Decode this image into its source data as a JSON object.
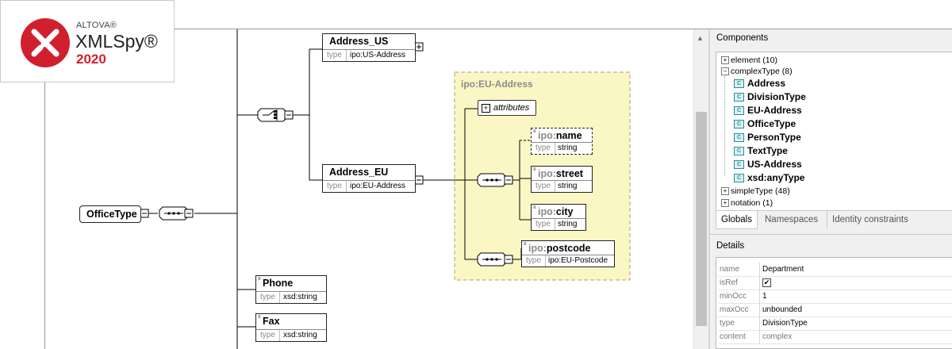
{
  "app": {
    "vendor": "ALTOVA®",
    "product": "XMLSpy®",
    "version": "2020"
  },
  "diagram": {
    "root": {
      "name": "OfficeType"
    },
    "elements": {
      "address_us": {
        "name": "Address_US",
        "type_label": "type",
        "type": "ipo:US-Address"
      },
      "address_eu": {
        "name": "Address_EU",
        "type_label": "type",
        "type": "ipo:EU-Address"
      },
      "phone": {
        "name": "Phone",
        "type_label": "type",
        "type": "xsd:string"
      },
      "fax": {
        "name": "Fax",
        "type_label": "type",
        "type": "xsd:string"
      }
    },
    "eu_group": {
      "title": "ipo:EU-Address",
      "attributes_label": "attributes",
      "name": {
        "prefix": "ipo:",
        "local": "name",
        "type_label": "type",
        "type": "string"
      },
      "street": {
        "prefix": "ipo:",
        "local": "street",
        "type_label": "type",
        "type": "string"
      },
      "city": {
        "prefix": "ipo:",
        "local": "city",
        "type_label": "type",
        "type": "string"
      },
      "postcode": {
        "prefix": "ipo:",
        "local": "postcode",
        "type_label": "type",
        "type": "ipo:EU-Postcode"
      }
    }
  },
  "components": {
    "title": "Components",
    "tree": [
      {
        "label": "element (10)",
        "state": "+"
      },
      {
        "label": "complexType (8)",
        "state": "-"
      }
    ],
    "complex_types": [
      "Address",
      "DivisionType",
      "EU-Address",
      "OfficeType",
      "PersonType",
      "TextType",
      "US-Address",
      "xsd:anyType"
    ],
    "tree_tail": [
      {
        "label": "simpleType (48)",
        "state": "+"
      },
      {
        "label": "notation (1)",
        "state": "+"
      }
    ],
    "tabs": [
      "Globals",
      "Namespaces",
      "Identity constraints"
    ]
  },
  "details": {
    "title": "Details",
    "rows": [
      {
        "key": "name",
        "value": "Department"
      },
      {
        "key": "isRef",
        "value": "✔"
      },
      {
        "key": "minOcc",
        "value": "1"
      },
      {
        "key": "maxOcc",
        "value": "unbounded"
      },
      {
        "key": "type",
        "value": "DivisionType"
      },
      {
        "key": "content",
        "value": "complex"
      }
    ]
  },
  "colors": {
    "group_fill": "#fbf7c4",
    "group_border": "#a7a07a",
    "logo_red": "#d0202e",
    "type_icon": "#2b8a99"
  }
}
